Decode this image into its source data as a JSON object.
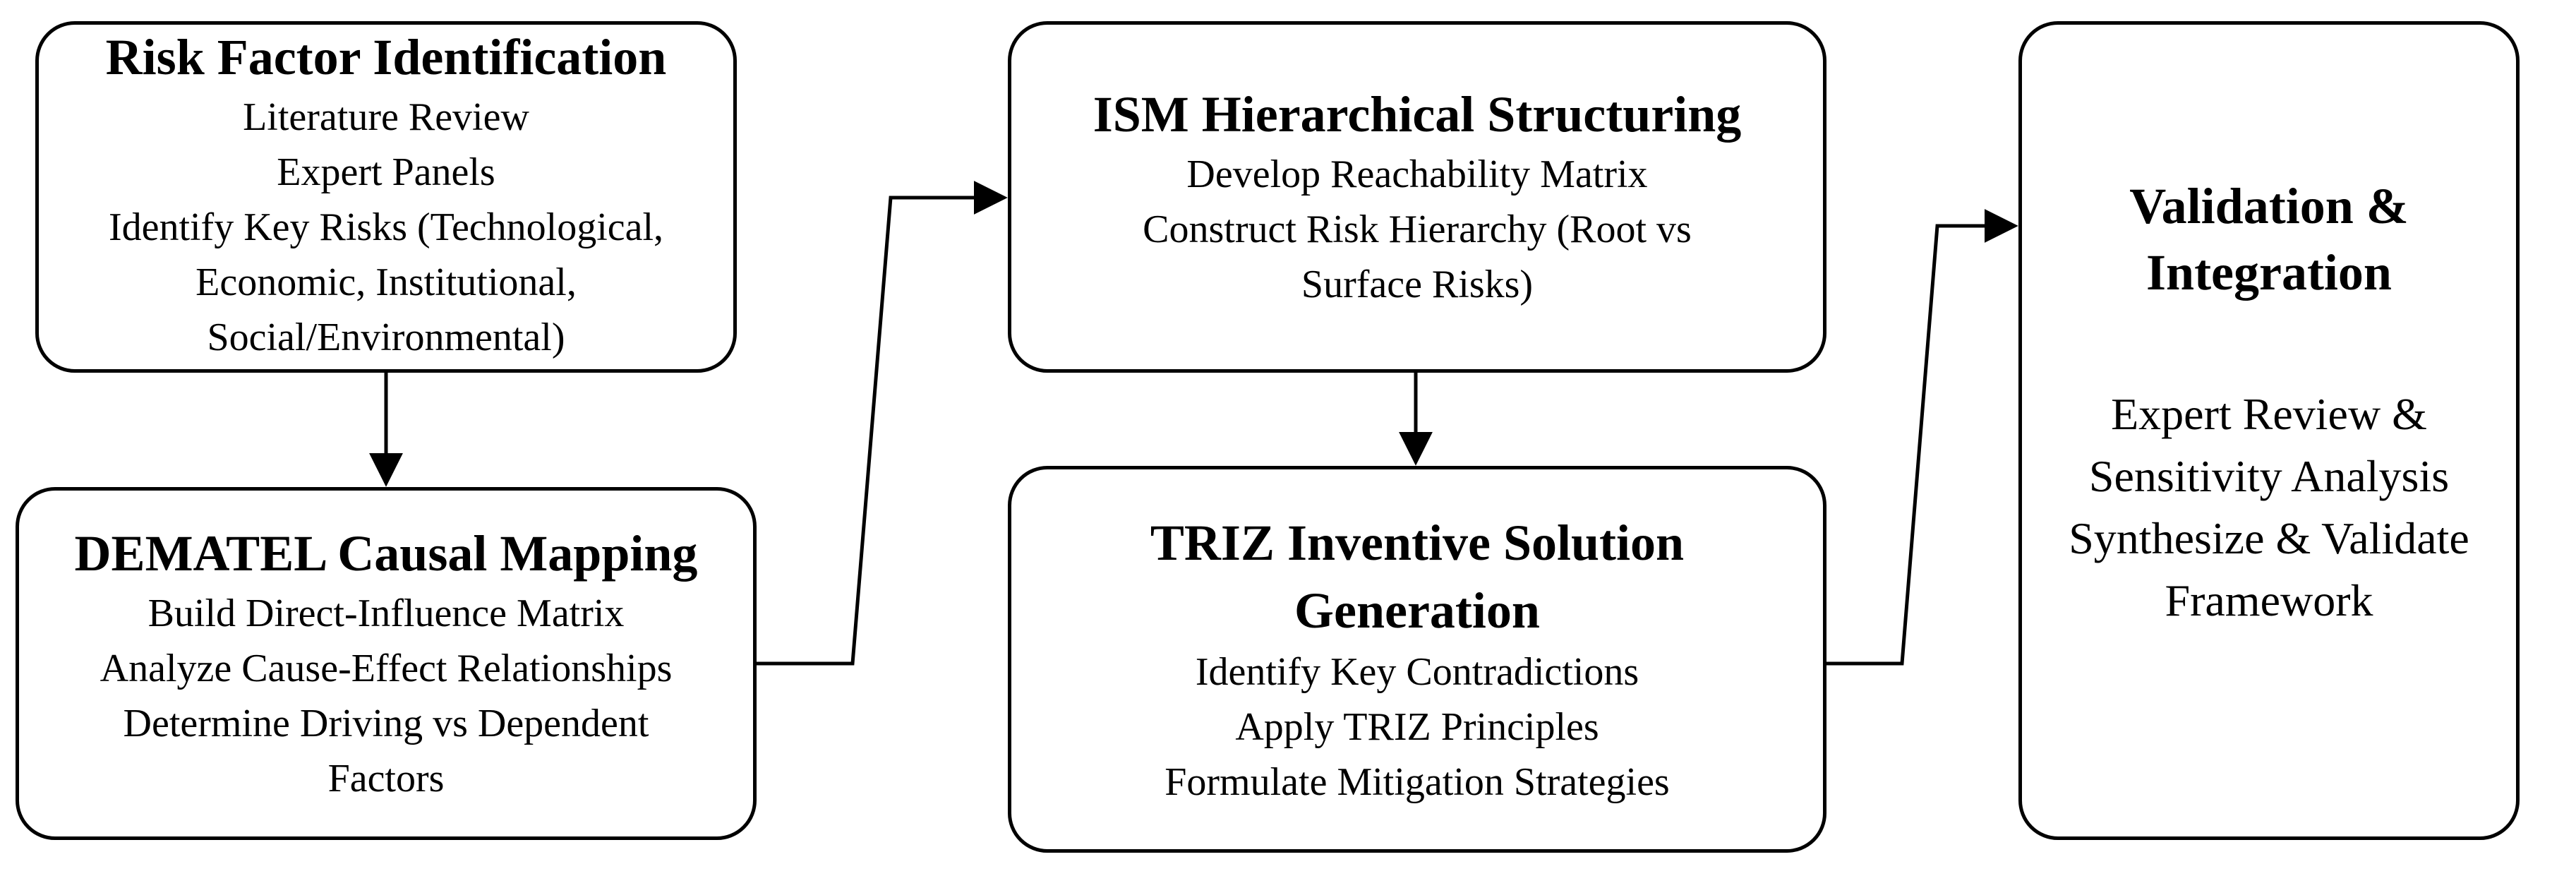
{
  "nodes": [
    {
      "id": "risk-factor-identification",
      "title": "Risk Factor Identification",
      "lines": [
        "Literature Review",
        "Expert Panels",
        "Identify Key Risks (Technological,",
        "Economic, Institutional,",
        "Social/Environmental)"
      ]
    },
    {
      "id": "dematel-causal-mapping",
      "title": "DEMATEL Causal Mapping",
      "lines": [
        "Build Direct-Influence Matrix",
        "Analyze Cause-Effect Relationships",
        "Determine Driving vs Dependent",
        "Factors"
      ]
    },
    {
      "id": "ism-hierarchical-structuring",
      "title": "ISM Hierarchical Structuring",
      "lines": [
        "Develop Reachability Matrix",
        "Construct Risk Hierarchy (Root vs",
        "Surface Risks)"
      ]
    },
    {
      "id": "triz-inventive-solution-generation",
      "title": [
        "TRIZ Inventive Solution",
        "Generation"
      ],
      "lines": [
        "Identify Key Contradictions",
        "Apply TRIZ Principles",
        "Formulate Mitigation Strategies"
      ]
    },
    {
      "id": "validation-integration",
      "title": [
        "Validation &",
        "Integration"
      ],
      "lines": [
        "Expert Review &",
        "Sensitivity Analysis",
        "Synthesize & Validate",
        "Framework"
      ]
    }
  ],
  "edges": [
    {
      "from": "risk-factor-identification",
      "to": "dematel-causal-mapping"
    },
    {
      "from": "dematel-causal-mapping",
      "to": "ism-hierarchical-structuring"
    },
    {
      "from": "ism-hierarchical-structuring",
      "to": "triz-inventive-solution-generation"
    },
    {
      "from": "triz-inventive-solution-generation",
      "to": "validation-integration"
    }
  ],
  "colors": {
    "stroke": "#000000",
    "fill": "#ffffff",
    "text": "#000000"
  }
}
